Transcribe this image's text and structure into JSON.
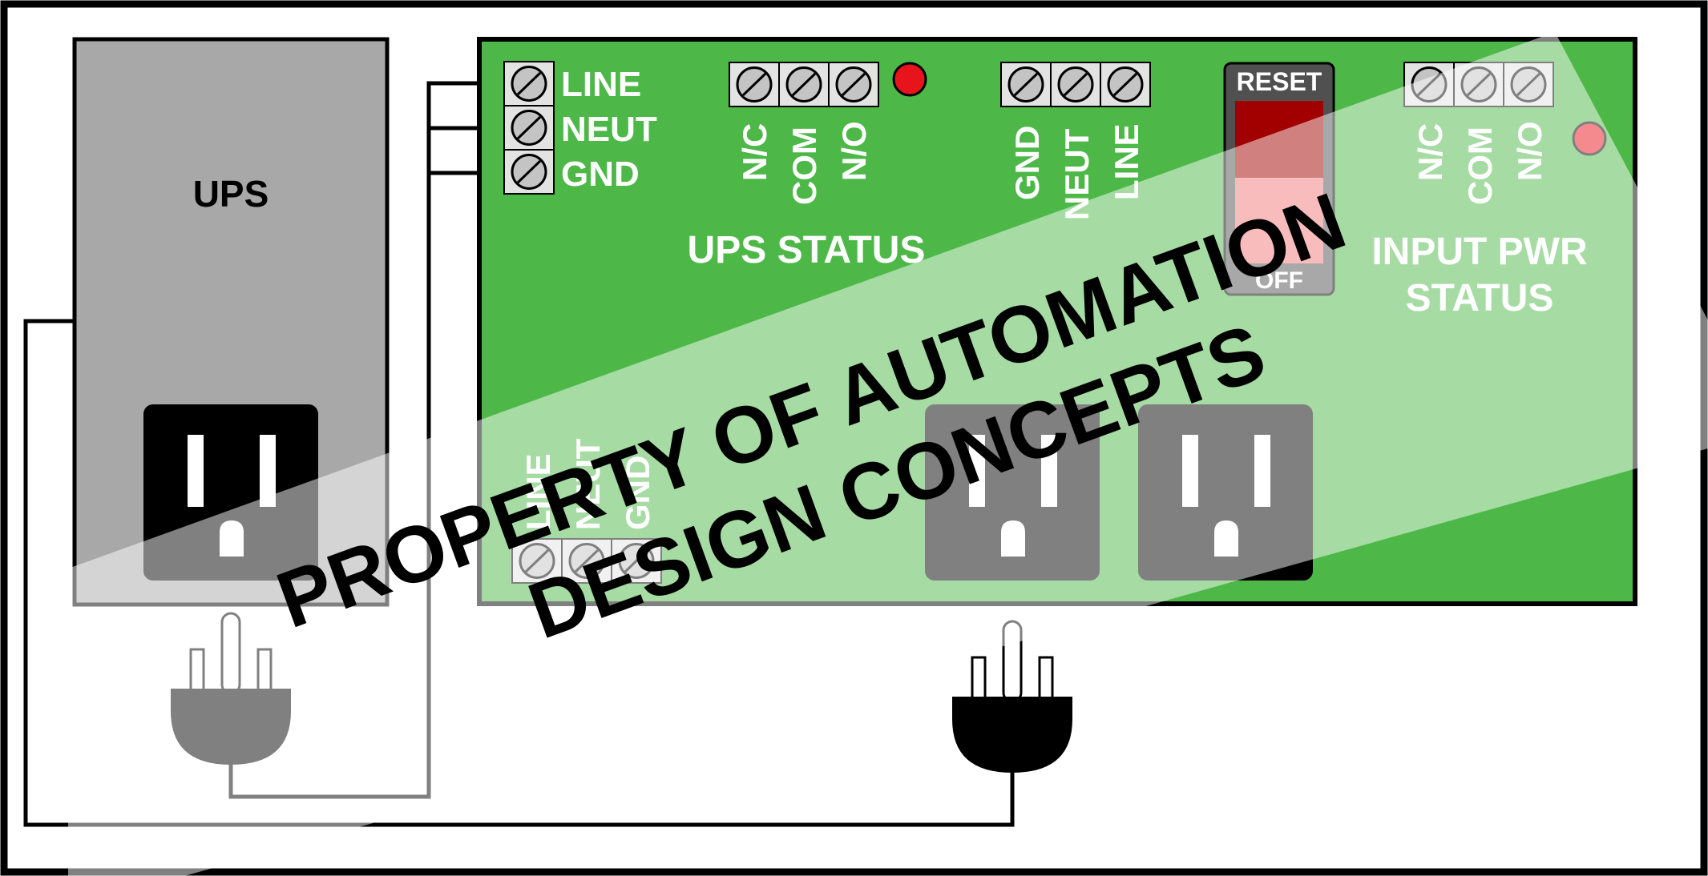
{
  "ups": {
    "label": "UPS"
  },
  "input_terminals": [
    "LINE",
    "NEUT",
    "GND"
  ],
  "ups_status": {
    "terminals": [
      "N/C",
      "COM",
      "N/O"
    ],
    "title": "UPS STATUS",
    "led_color": "#e8141c"
  },
  "power_terminals": [
    "GND",
    "NEUT",
    "LINE"
  ],
  "reset_switch": {
    "top_label": "RESET",
    "bottom_label": "OFF",
    "on_color": "#a20000",
    "off_color": "#f07878"
  },
  "input_pwr_status": {
    "terminals": [
      "N/C",
      "COM",
      "N/O"
    ],
    "title_line1": "INPUT PWR",
    "title_line2": "STATUS",
    "led_color": "#e8141c"
  },
  "output_terminals": [
    "LINE",
    "NEUT",
    "GND"
  ],
  "watermark": {
    "line1": "PROPERTY OF AUTOMATION",
    "line2": "DESIGN CONCEPTS"
  },
  "colors": {
    "board_green": "#4db848",
    "ups_gray": "#a8a8a8",
    "terminal_fill": "#e3e3e3",
    "screw_fill": "#c4c4c4"
  }
}
